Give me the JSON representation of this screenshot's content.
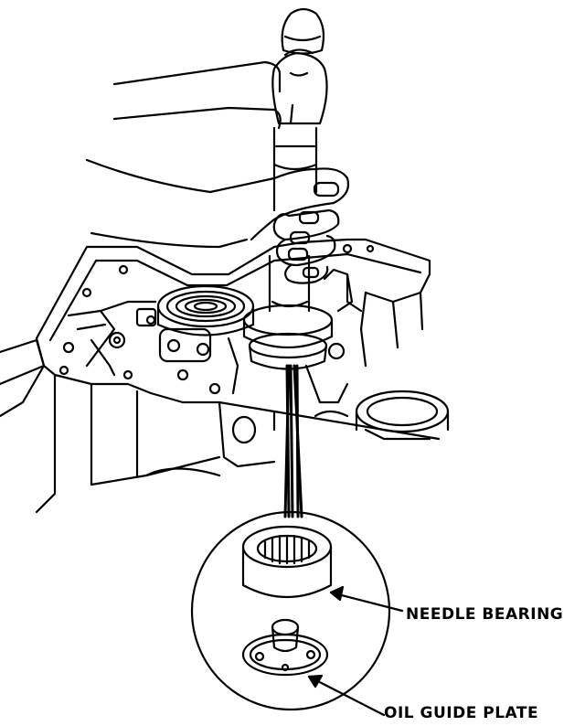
{
  "figure": {
    "callouts": [
      {
        "id": "needle-bearing",
        "label": "NEEDLE BEARING"
      },
      {
        "id": "oil-guide-plate",
        "label": "OIL GUIDE PLATE"
      }
    ]
  }
}
